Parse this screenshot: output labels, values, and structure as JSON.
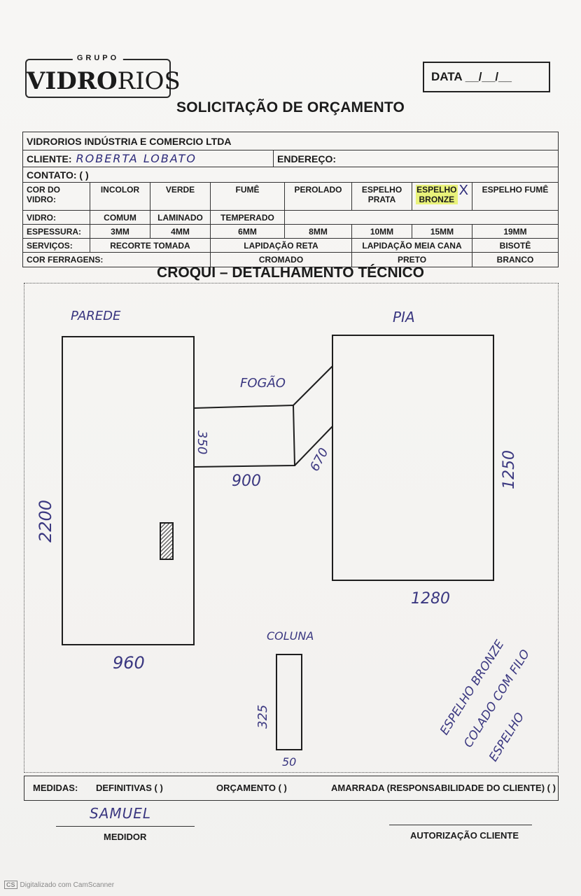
{
  "logo": {
    "grupo": "GRUPO",
    "brand_bold": "VIDRO",
    "brand_thin": "RIOS"
  },
  "date": "DATA __/__/__",
  "title": "SOLICITAÇÃO DE ORÇAMENTO",
  "form": {
    "company": "VIDRORIOS INDÚSTRIA E COMERCIO LTDA",
    "client_label": "CLIENTE:",
    "client_value": "ROBERTA LOBATO",
    "address_label": "ENDEREÇO:",
    "contact_label": "CONTATO: (   )",
    "color_label": "COR DO VIDRO:",
    "colors": [
      "INCOLOR",
      "VERDE",
      "FUMÊ",
      "PEROLADO",
      "ESPELHO PRATA",
      "ESPELHO BRONZE",
      "ESPELHO FUMÊ"
    ],
    "selected_mark": "X",
    "glass_label": "VIDRO:",
    "glass_types": [
      "COMUM",
      "LAMINADO",
      "TEMPERADO"
    ],
    "thickness_label": "ESPESSURA:",
    "thicknesses": [
      "3MM",
      "4MM",
      "6MM",
      "8MM",
      "10MM",
      "15MM",
      "19MM"
    ],
    "services_label": "SERVIÇOS:",
    "services": [
      "RECORTE TOMADA",
      "LAPIDAÇÃO RETA",
      "LAPIDAÇÃO MEIA CANA",
      "BISOTÊ"
    ],
    "hardware_label": "COR FERRAGENS:",
    "hardware": [
      "CROMADO",
      "PRETO",
      "BRANCO"
    ]
  },
  "croqui_title": "CROQUI – DETALHAMENTO TÉCNICO",
  "sketch": {
    "parede": "PAREDE",
    "parede_h": "2200",
    "parede_w": "960",
    "fogao": "FOGÃO",
    "fogao_h": "350",
    "fogao_w": "900",
    "fogao_diag": "670",
    "pia": "PIA",
    "pia_h": "1250",
    "pia_w": "1280",
    "coluna": "COLUNA",
    "coluna_h": "325",
    "coluna_w": "50",
    "note_1": "ESPELHO BRONZE",
    "note_2": "COLADO COM FILO",
    "note_3": "ESPELHO"
  },
  "footer": {
    "measures": "MEDIDAS:",
    "definitive": "DEFINITIVAS (  )",
    "budget": "ORÇAMENTO (  )",
    "tied": "AMARRADA (RESPONSABILIDADE DO CLIENTE) (  )"
  },
  "signature": "SAMUEL",
  "measurer": "MEDIDOR",
  "client_auth": "AUTORIZAÇÃO CLIENTE",
  "scanner": {
    "badge": "CS",
    "text": "Digitalizado com CamScanner"
  }
}
